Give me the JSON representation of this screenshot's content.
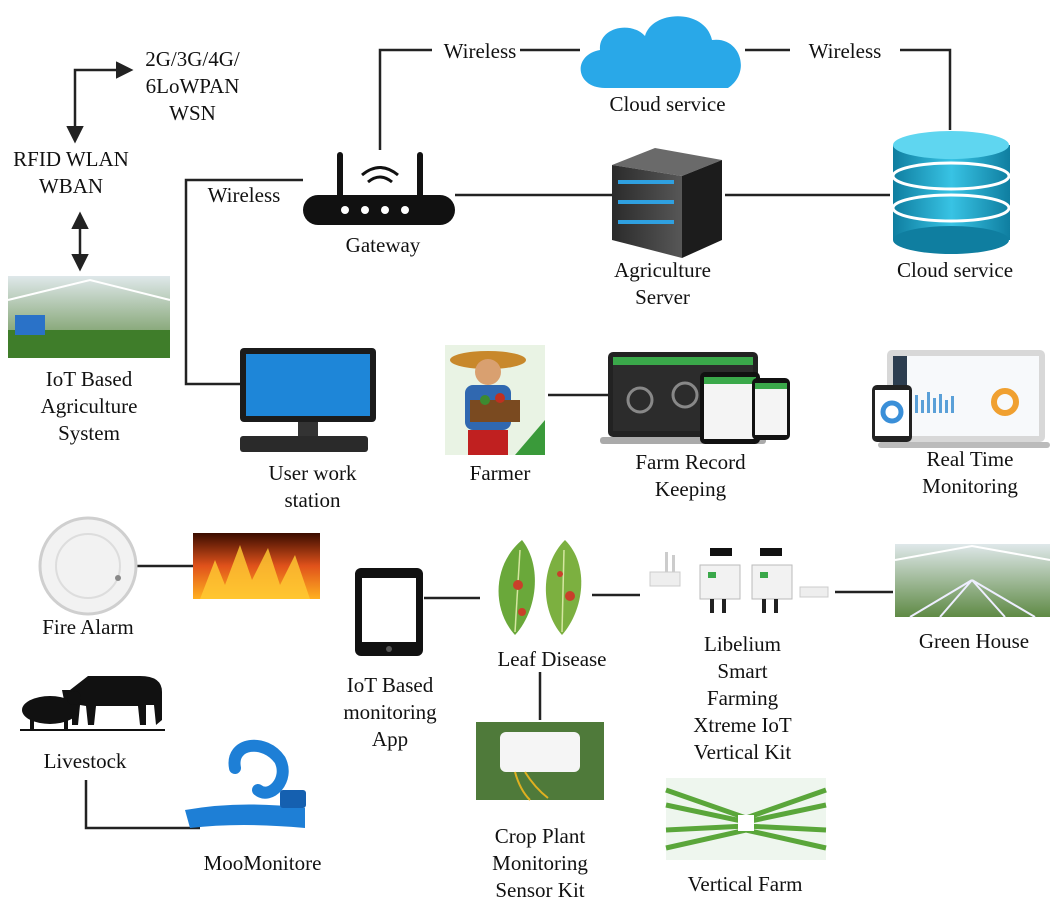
{
  "diagram": {
    "cloud_top_label": "Cloud service",
    "wireless_label_left": "Wireless",
    "wireless_label_right": "Wireless",
    "wireless_label_gateway": "Wireless",
    "networks_label": "2G/3G/4G/\n6LoWPAN\nWSN",
    "rfid_label": "RFID WLAN\nWBAN",
    "iot_system_label": "IoT Based\nAgriculture\nSystem",
    "gateway_label": "Gateway",
    "server_label": "Agriculture\nServer",
    "cloud_db_label": "Cloud service",
    "workstation_label": "User work\nstation",
    "farmer_label": "Farmer",
    "farm_record_label": "Farm Record\nKeeping",
    "realtime_label": "Real Time\nMonitoring",
    "fire_alarm_label": "Fire Alarm",
    "app_label": "IoT Based\nmonitoring\nApp",
    "leaf_label": "Leaf Disease",
    "libelium_label": "Libelium\nSmart\nFarming\nXtreme IoT\nVertical Kit",
    "greenhouse_label": "Green House",
    "livestock_label": "Livestock",
    "moo_label": "MooMonitore",
    "crop_kit_label": "Crop Plant\nMonitoring\nSensor Kit",
    "vertical_farm_label": "Vertical Farm"
  },
  "colors": {
    "line": "#222222",
    "cloud": "#29a8e8",
    "cylinder": "#1fa6c9",
    "leaf": "#6aa83a",
    "fire": "#e0521b",
    "bracelet": "#1e7fd6"
  },
  "icons": [
    "cloud-icon",
    "router-icon",
    "server-icon",
    "database-icon",
    "monitor-icon",
    "farmer-icon",
    "tablet-icon",
    "laptop-icon",
    "smoke-detector-icon",
    "fire-icon",
    "phone-icon",
    "leaf-icon",
    "sensor-node-icon",
    "greenhouse-icon",
    "cow-icon",
    "sheep-icon",
    "bracelet-icon",
    "sensor-kit-icon",
    "vertical-farm-icon"
  ]
}
